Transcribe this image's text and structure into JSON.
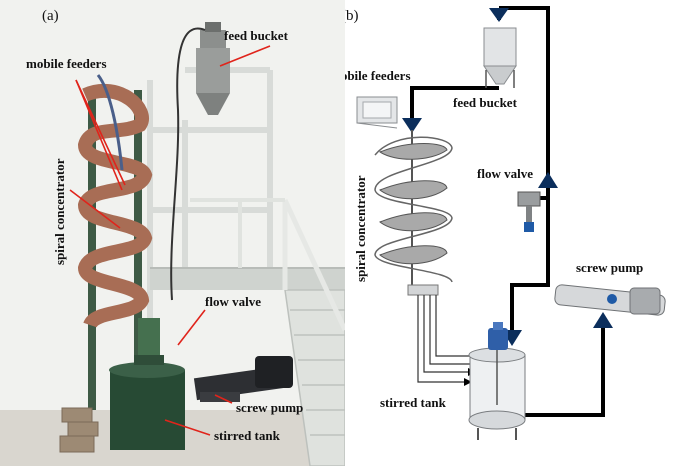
{
  "panel_a": {
    "letter": "(a)",
    "labels": {
      "feed_bucket": "feed bucket",
      "mobile_feeders": "mobile feeders",
      "spiral_concentrator": "spiral concentrator",
      "flow_valve": "flow valve",
      "screw_pump": "screw pump",
      "stirred_tank": "stirred tank"
    },
    "pointer_color": "#e0241b"
  },
  "panel_b": {
    "letter": "(b)",
    "labels": {
      "mobile_feeders": "mobile feeders",
      "feed_bucket": "feed bucket",
      "flow_valve": "flow valve",
      "spiral_concentrator": "spiral concentrator",
      "screw_pump": "screw pump",
      "stirred_tank": "stirred tank"
    },
    "pipe_color": "#000000",
    "arrow_color": "#0b2e5c"
  }
}
